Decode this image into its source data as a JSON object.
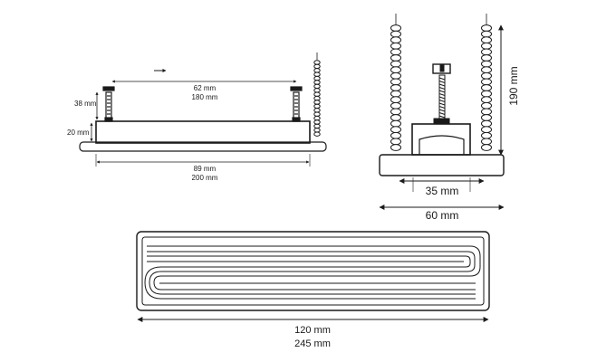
{
  "side_view": {
    "bolt_spacing": {
      "primary": "62 mm",
      "secondary": "180 mm"
    },
    "body_length": {
      "primary": "89 mm",
      "secondary": "200 mm"
    },
    "bolt_height": "38 mm",
    "body_height": "20 mm"
  },
  "end_view": {
    "total_height": "190 mm",
    "mount_width": "35 mm",
    "total_width": "60 mm"
  },
  "top_view": {
    "length": {
      "primary": "120 mm",
      "secondary": "245 mm"
    }
  },
  "colors": {
    "line": "#1a1a1a",
    "fill": "#ffffff"
  }
}
